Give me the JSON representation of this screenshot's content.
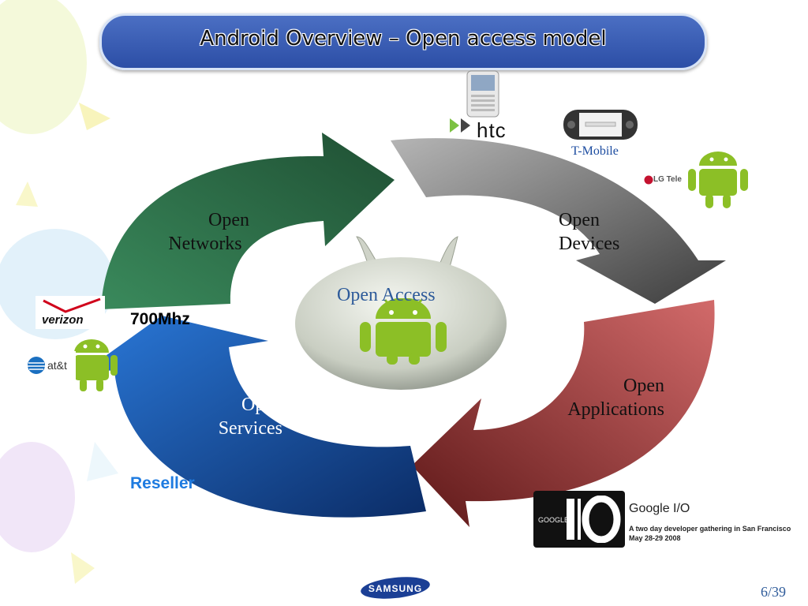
{
  "title": "Android Overview – Open access model",
  "center_label": "Open Access",
  "cycle": {
    "networks": {
      "line1": "Open",
      "line2": "Networks"
    },
    "devices": {
      "line1": "Open",
      "line2": "Devices"
    },
    "applications": {
      "line1": "Open",
      "line2": "Applications"
    },
    "services": {
      "line1": "Open",
      "line2": "Services"
    }
  },
  "annotations": {
    "frequency": "700Mhz",
    "reseller": "Reseller"
  },
  "logos": {
    "htc": "htc",
    "tmobile": "T-Mobile",
    "lg": "LG Tele",
    "verizon": "verizon",
    "att": "at&t",
    "samsung": "SAMSUNG"
  },
  "google_io": {
    "box_label": "GOOGLE",
    "title": "Google I/O",
    "desc_line1": "A two day developer gathering in San Francisco",
    "desc_line2": "May 28-29 2008"
  },
  "page_number": "6/39",
  "colors": {
    "networks": "#2e6f47",
    "devices": "#6e6e6e",
    "applications": "#9a3030",
    "services": "#1f4f9c",
    "android": "#8cbf26",
    "title_bar": "#3a5db5"
  }
}
